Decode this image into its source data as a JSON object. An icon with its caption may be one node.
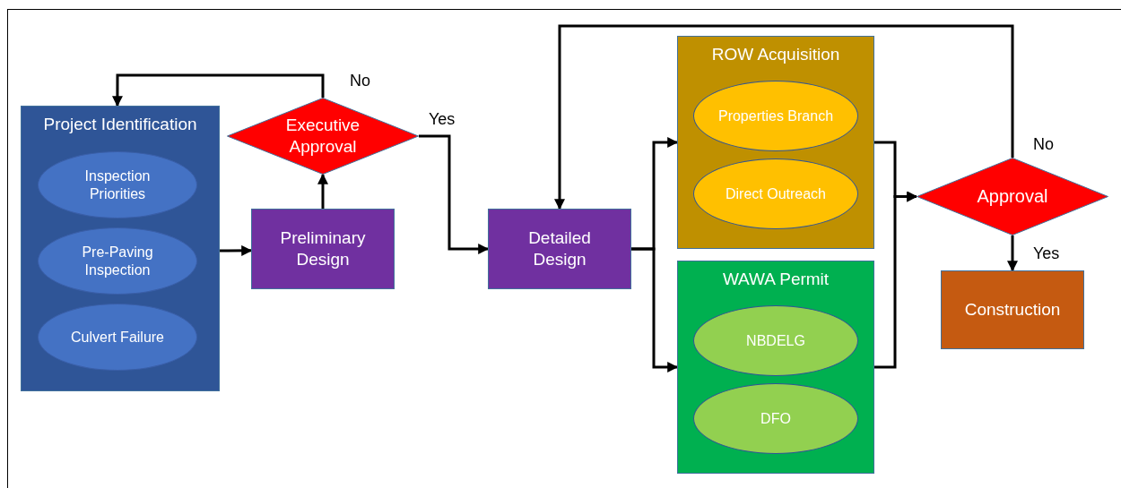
{
  "diagram": {
    "nodes": [
      {
        "text": [
          "Project Identification"
        ]
      },
      {
        "text": [
          "Inspection Priorities"
        ],
        "in": 0
      },
      {
        "text": [
          "Pre-Paving Inspection"
        ],
        "in": 0
      },
      {
        "text": [
          "Culvert Failure"
        ],
        "in": 0
      },
      {
        "text": [
          "Executive Approval"
        ]
      },
      {
        "text": [
          "Preliminary Design"
        ]
      },
      {
        "text": [
          "Detailed Design"
        ]
      },
      {
        "text": [
          "ROW Acquisition"
        ]
      },
      {
        "text": [
          "Properties Branch"
        ],
        "in": 7
      },
      {
        "text": [
          "Direct Outreach"
        ],
        "in": 7
      },
      {
        "text": [
          "WAWA Permit"
        ]
      },
      {
        "text": [
          "NBDELG"
        ],
        "in": 10
      },
      {
        "text": [
          "DFO"
        ],
        "in": 10
      },
      {
        "text": [
          "Approval"
        ]
      },
      {
        "text": [
          "Construction"
        ]
      }
    ],
    "edges": [
      {
        "from": 0,
        "to": 5,
        "arrow": "to"
      },
      {
        "from": 5,
        "to": 4,
        "arrow": "to"
      },
      {
        "from": 4,
        "to": 0,
        "arrow": "to",
        "label": "No"
      },
      {
        "from": 4,
        "to": 6,
        "arrow": "to",
        "label": "Yes"
      },
      {
        "from": 6,
        "to": 7,
        "arrow": "to"
      },
      {
        "from": 6,
        "to": 10,
        "arrow": "to"
      },
      {
        "from": 7,
        "to": 13,
        "arrow": "to"
      },
      {
        "from": 10,
        "to": 13,
        "arrow": "to"
      },
      {
        "from": 13,
        "to": 6,
        "arrow": "to",
        "label": "No"
      },
      {
        "from": 13,
        "to": 14,
        "arrow": "to",
        "label": "Yes"
      }
    ]
  }
}
